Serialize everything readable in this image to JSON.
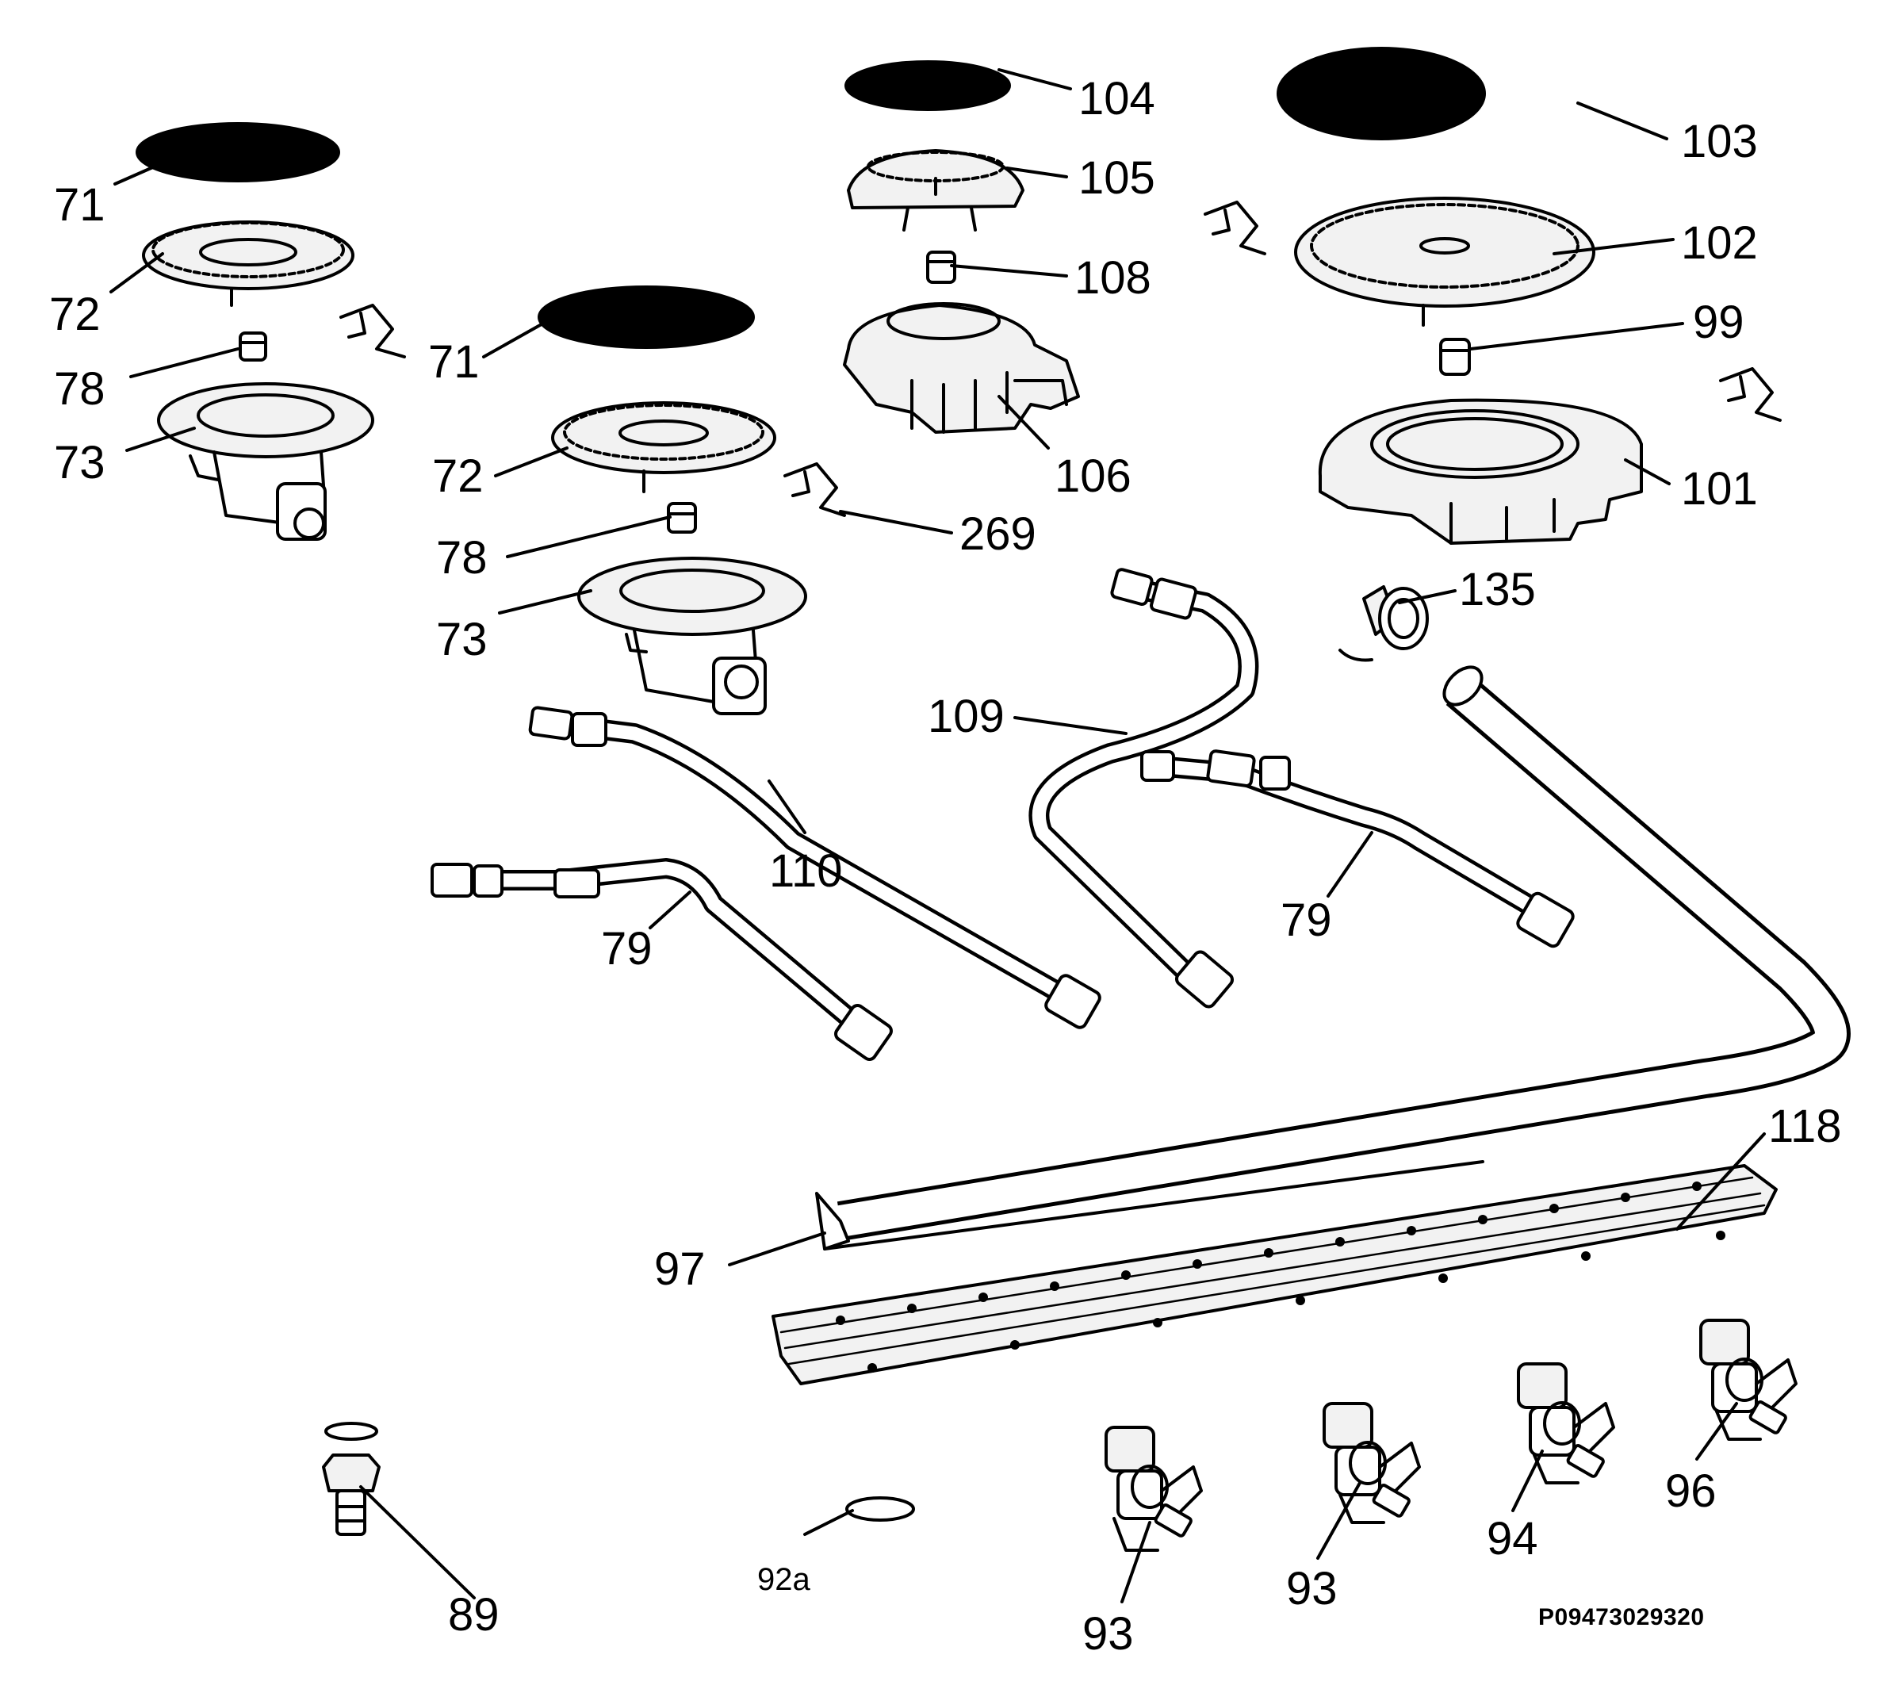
{
  "callouts": {
    "c71a": "71",
    "c72a": "72",
    "c78a": "78",
    "c73a": "73",
    "c71b": "71",
    "c72b": "72",
    "c78b": "78",
    "c73b": "73",
    "c269": "269",
    "c104": "104",
    "c105": "105",
    "c108": "108",
    "c106": "106",
    "c103": "103",
    "c102": "102",
    "c99": "99",
    "c101": "101",
    "c135": "135",
    "c109": "109",
    "c110": "110",
    "c79a": "79",
    "c79b": "79",
    "c118": "118",
    "c97": "97",
    "c89": "89",
    "c92a": "92a",
    "c93a": "93",
    "c93b": "93",
    "c94": "94",
    "c96": "96"
  },
  "drawing_code": "P09473029320",
  "colors": {
    "ink": "#000000",
    "paper": "#ffffff",
    "part_fill": "#f2f2f2"
  }
}
